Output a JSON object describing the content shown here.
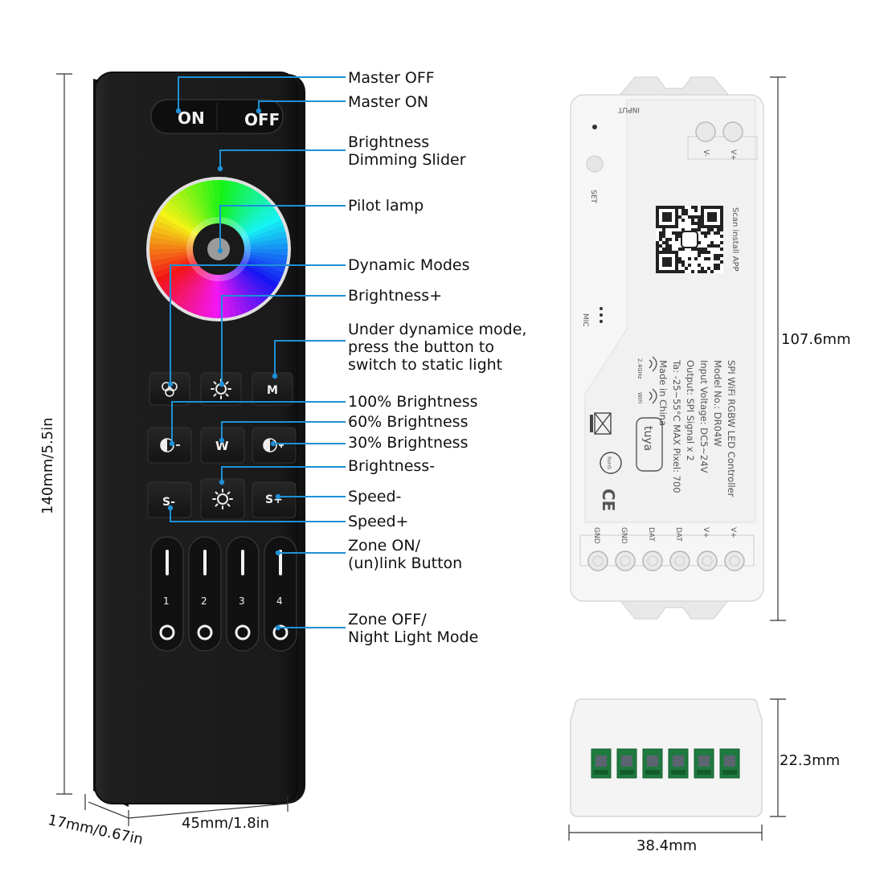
{
  "remote": {
    "on_label": "ON",
    "off_label": "OFF",
    "m_label": "M",
    "w_label": "W",
    "s_minus_label": "S-",
    "s_plus_label": "S+",
    "zones": [
      "1",
      "2",
      "3",
      "4"
    ]
  },
  "callouts": {
    "master_off": "Master OFF",
    "master_on": "Master ON",
    "brightness_slider": "Brightness\nDimming Slider",
    "pilot_lamp": "Pilot lamp",
    "dynamic_modes": "Dynamic Modes",
    "brightness_plus": "Brightness+",
    "under_dynamic": "Under dynamice mode,\npress the button to\nswitch to static light",
    "b100": "100% Brightness",
    "b60": "60% Brightness",
    "b30": "30% Brightness",
    "brightness_minus": "Brightness-",
    "speed_minus": "Speed-",
    "speed_plus": "Speed+",
    "zone_on": "Zone ON/\n(un)link Button",
    "zone_off": "Zone OFF/\nNight Light Mode"
  },
  "dimensions": {
    "remote_height": "140mm/5.5in",
    "remote_depth": "17mm/0.67in",
    "remote_width": "45mm/1.8in",
    "controller_length": "107.6mm",
    "controller_height": "22.3mm",
    "controller_width": "38.4mm"
  },
  "controller": {
    "input_label": "INPUT",
    "v_minus": "V-",
    "v_plus": "V+",
    "set_label": "SET",
    "scan_label": "Scan install APP",
    "mic_label": "MIC",
    "freq_label": "2.4GHz",
    "wifi_label": "WiFi",
    "tuya_label": "tuya",
    "rohs_label": "RoHS",
    "ce_label": "CE",
    "spec_lines": [
      "SPI WiFi RGBW LED Controller",
      "Model No.: DR04W",
      "Input Voltage: DC5~24V",
      "Output: SPI Signal x 2",
      "Ta: -25~55°C MAX Pixel: 700",
      "Made in China"
    ],
    "terminals": [
      "GND",
      "GND",
      "DAT",
      "DAT",
      "V+",
      "V+"
    ]
  },
  "colors": {
    "callout_line": "#1e90d6",
    "remote_body": "#1c1c1c",
    "controller_body": "#f4f4f4"
  }
}
